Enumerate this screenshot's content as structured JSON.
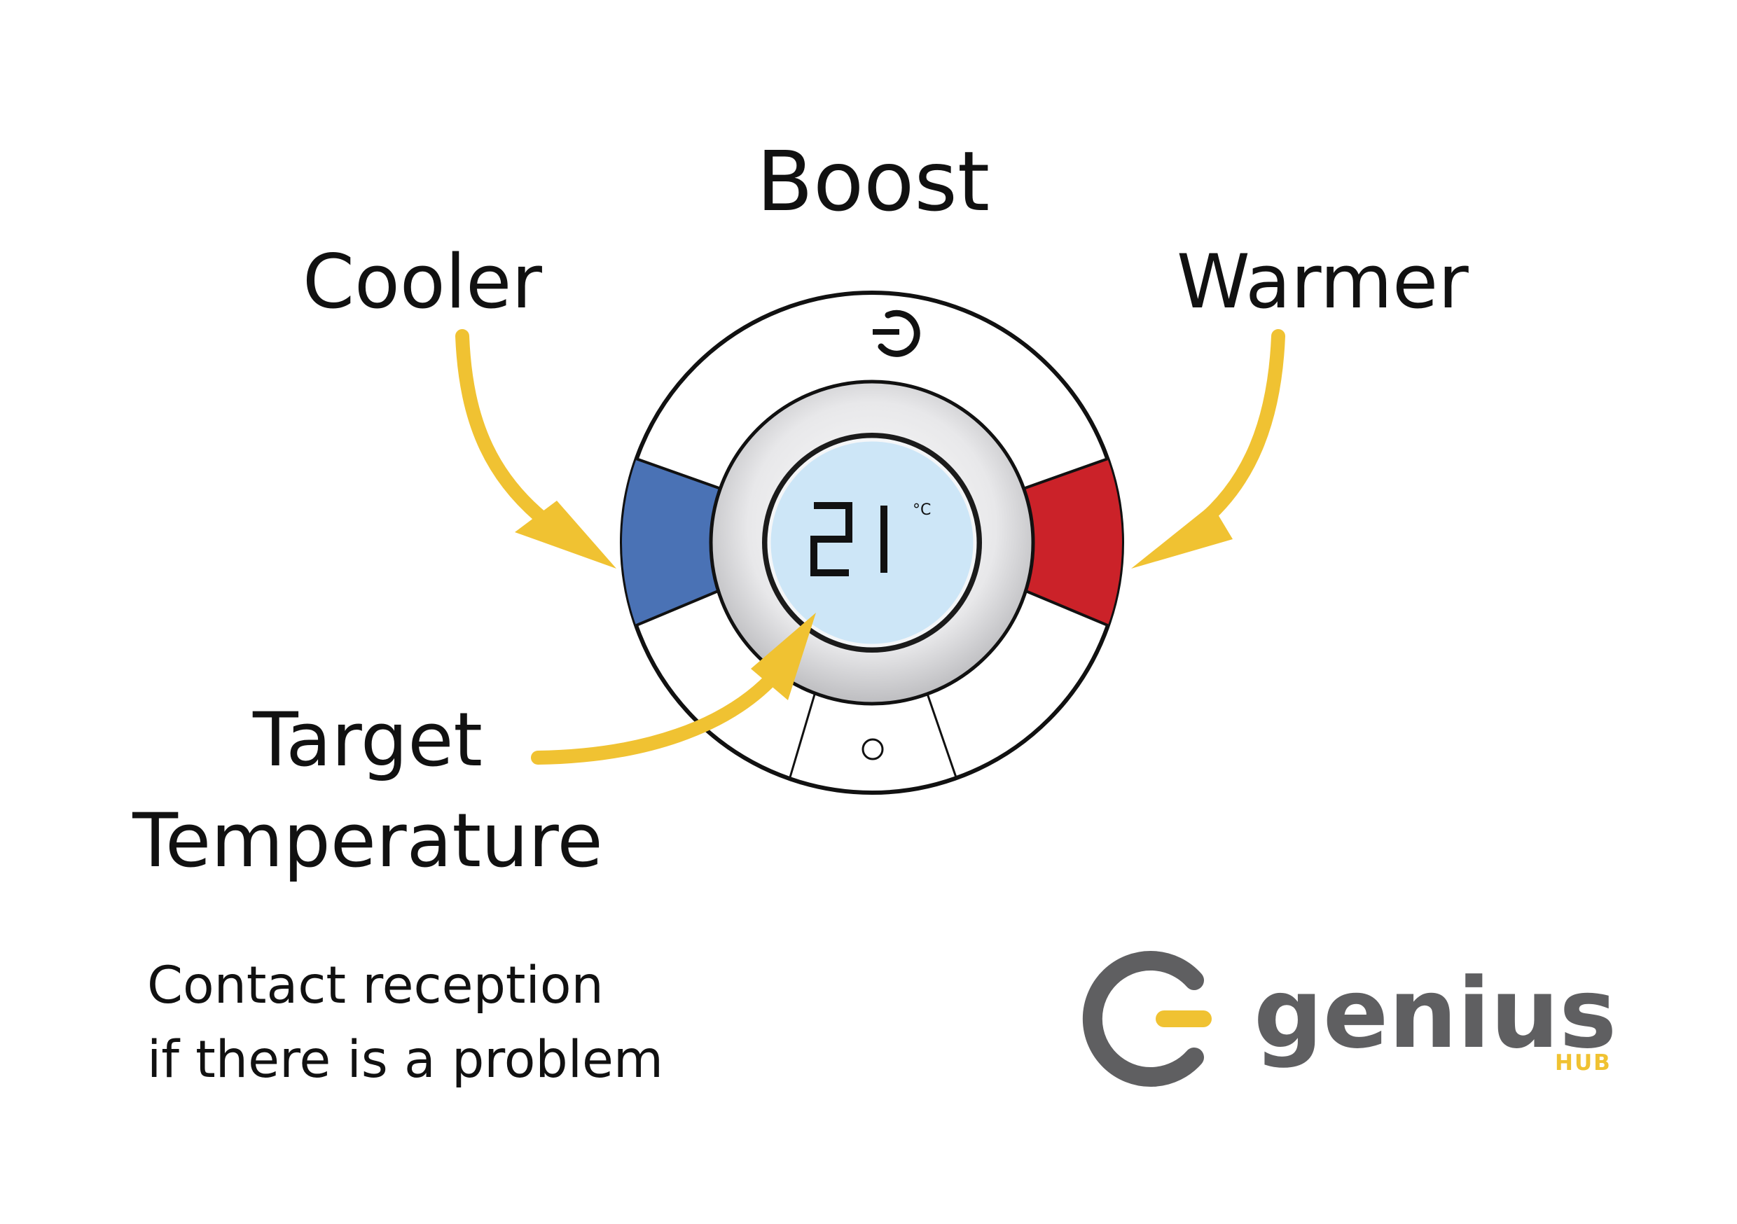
{
  "labels": {
    "boost": "Boost",
    "cooler": "Cooler",
    "warmer": "Warmer",
    "target_line1": "Target",
    "target_line2": "Temperature",
    "contact_line1": "Contact reception",
    "contact_line2": "if there is a problem"
  },
  "display": {
    "temperature": "21",
    "unit": "°C"
  },
  "logo": {
    "brand": "genius",
    "sub": "HUB"
  },
  "icons": [
    "genius-logo-icon",
    "boost-button-icon",
    "status-led-icon"
  ],
  "colors": {
    "cooler": "#4a72b5",
    "warmer": "#cb2229",
    "arrow": "#f0c232",
    "lcd": "#cde6f7",
    "logo_grey": "#5f5f61",
    "logo_yellow": "#f0c232"
  }
}
